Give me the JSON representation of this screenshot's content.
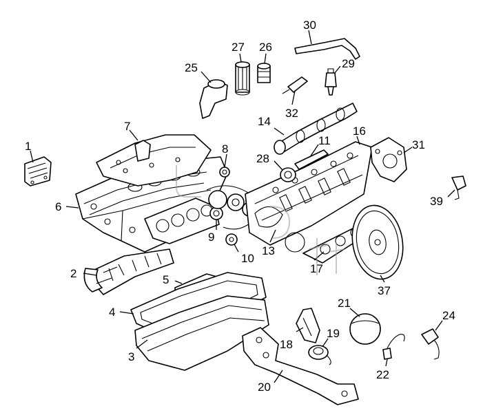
{
  "diagram": {
    "parts": [
      {
        "id": "1",
        "label": "1"
      },
      {
        "id": "2",
        "label": "2"
      },
      {
        "id": "3",
        "label": "3"
      },
      {
        "id": "4",
        "label": "4"
      },
      {
        "id": "5",
        "label": "5"
      },
      {
        "id": "6",
        "label": "6"
      },
      {
        "id": "7",
        "label": "7"
      },
      {
        "id": "8",
        "label": "8"
      },
      {
        "id": "9",
        "label": "9"
      },
      {
        "id": "10",
        "label": "10"
      },
      {
        "id": "11",
        "label": "11"
      },
      {
        "id": "13",
        "label": "13"
      },
      {
        "id": "14",
        "label": "14"
      },
      {
        "id": "16",
        "label": "16"
      },
      {
        "id": "17",
        "label": "17"
      },
      {
        "id": "18",
        "label": "18"
      },
      {
        "id": "19",
        "label": "19"
      },
      {
        "id": "20",
        "label": "20"
      },
      {
        "id": "21",
        "label": "21"
      },
      {
        "id": "22",
        "label": "22"
      },
      {
        "id": "24",
        "label": "24"
      },
      {
        "id": "25",
        "label": "25"
      },
      {
        "id": "26",
        "label": "26"
      },
      {
        "id": "27",
        "label": "27"
      },
      {
        "id": "28",
        "label": "28"
      },
      {
        "id": "29",
        "label": "29"
      },
      {
        "id": "30",
        "label": "30"
      },
      {
        "id": "31",
        "label": "31"
      },
      {
        "id": "32",
        "label": "32"
      },
      {
        "id": "37",
        "label": "37"
      },
      {
        "id": "39",
        "label": "39"
      }
    ]
  }
}
